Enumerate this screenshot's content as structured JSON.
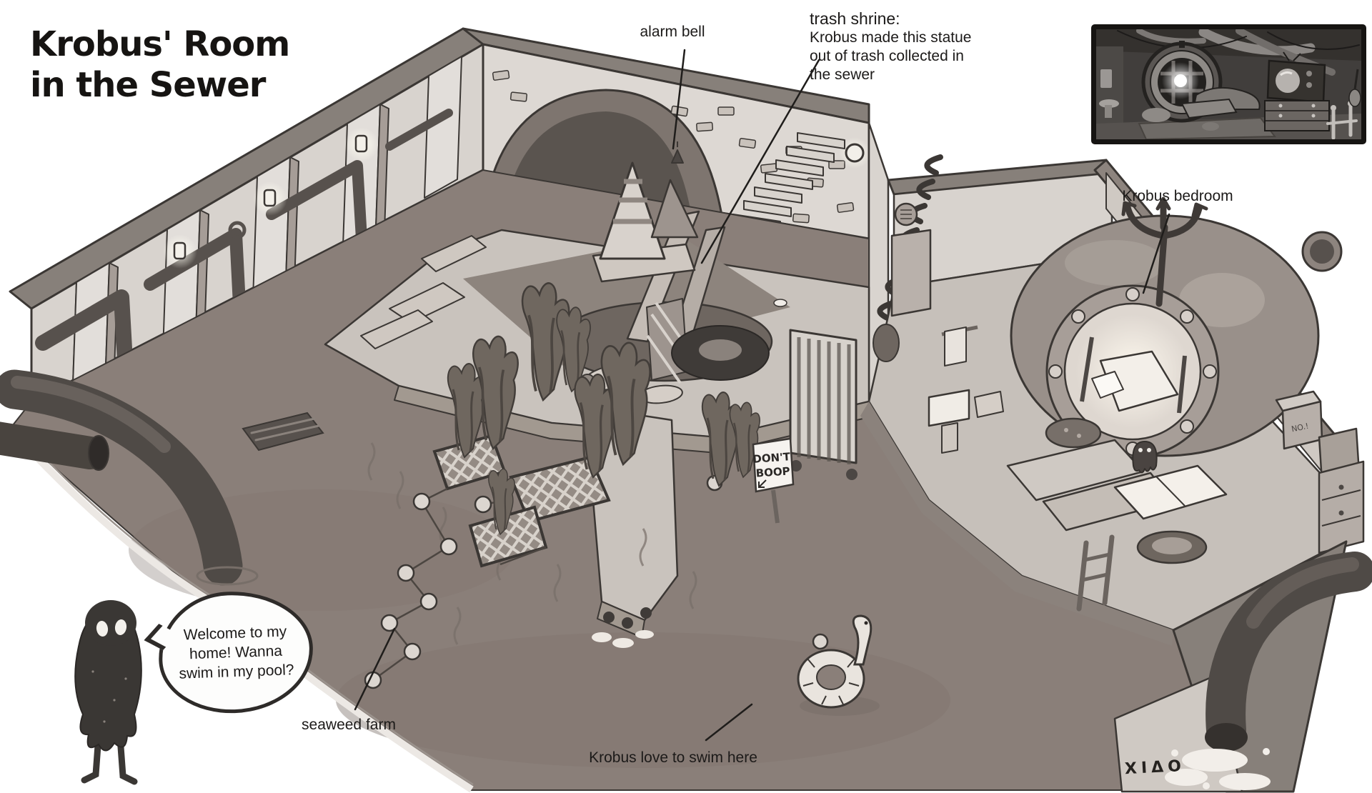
{
  "title": {
    "line1": "Krobus' Room",
    "line2": "in the Sewer"
  },
  "labels": {
    "alarm_bell": "alarm bell",
    "krobus_bedroom": "Krobus bedroom",
    "seaweed_farm": "seaweed farm",
    "swim_spot": "Krobus love to swim here"
  },
  "trash_shrine_note": {
    "heading": "trash shrine:",
    "line1": "Krobus made this statue",
    "line2": "out of trash collected in",
    "line3": "the sewer"
  },
  "speech_bubble": {
    "text": "Welcome to my home! Wanna swim in my pool?"
  },
  "signs": {
    "dont_boop_line1": "DON'T",
    "dont_boop_line2": "BOOP",
    "box_label": "NO.!"
  },
  "signature": "XIΔO",
  "colors": {
    "page_background": "#ffffff",
    "ink_outline": "#3b3734",
    "wall_light": "#d8d3ce",
    "wall_top_band": "#87807a",
    "water": "#8a7f79",
    "walkway": "#c9c3bd",
    "floor_shadow": "#8d847d",
    "pipe_dark": "#4f4a46",
    "krobus_body": "#3a3734",
    "annotation_text": "#1c1a19",
    "bubble_background": "#fdfdfc"
  }
}
